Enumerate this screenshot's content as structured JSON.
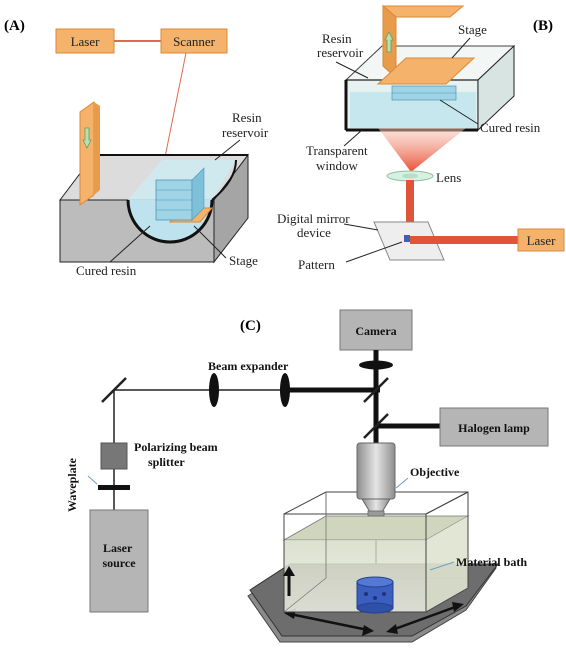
{
  "panel_a": {
    "panel_label": "(A)",
    "laser_label": "Laser",
    "scanner_label": "Scanner",
    "resin_reservoir_label": "Resin reservoir",
    "resin_reservoir_line1": "Resin",
    "resin_reservoir_line2": "reservoir",
    "stage_label": "Stage",
    "cured_resin_label": "Cured resin"
  },
  "panel_b": {
    "panel_label": "(B)",
    "resin_reservoir_line1": "Resin",
    "resin_reservoir_line2": "reservoir",
    "stage_label": "Stage",
    "cured_resin_label": "Cured resin",
    "transparent_window_line1": "Transparent",
    "transparent_window_line2": "window",
    "lens_label": "Lens",
    "dmd_line1": "Digital mirror",
    "dmd_line2": "device",
    "pattern_label": "Pattern",
    "laser_label": "Laser"
  },
  "panel_c": {
    "panel_label": "(C)",
    "camera_label": "Camera",
    "beam_expander_label": "Beam expander",
    "halogen_lamp_label": "Halogen lamp",
    "pbs_line1": "Polarizing beam",
    "pbs_line2": "splitter",
    "waveplate_label": "Waveplate",
    "laser_source_line1": "Laser",
    "laser_source_line2": "source",
    "objective_label": "Objective",
    "material_bath_label": "Material bath"
  },
  "colors": {
    "orange_box": "#f5b26b",
    "orange_stroke": "#e08a2a",
    "laser_red": "#e06a4e",
    "resin_blue": "#bfe3ee",
    "grey_block": "#a9a9a9",
    "bath_liquid": "#e6ead8",
    "cured_blue": "#3a5fc0"
  }
}
